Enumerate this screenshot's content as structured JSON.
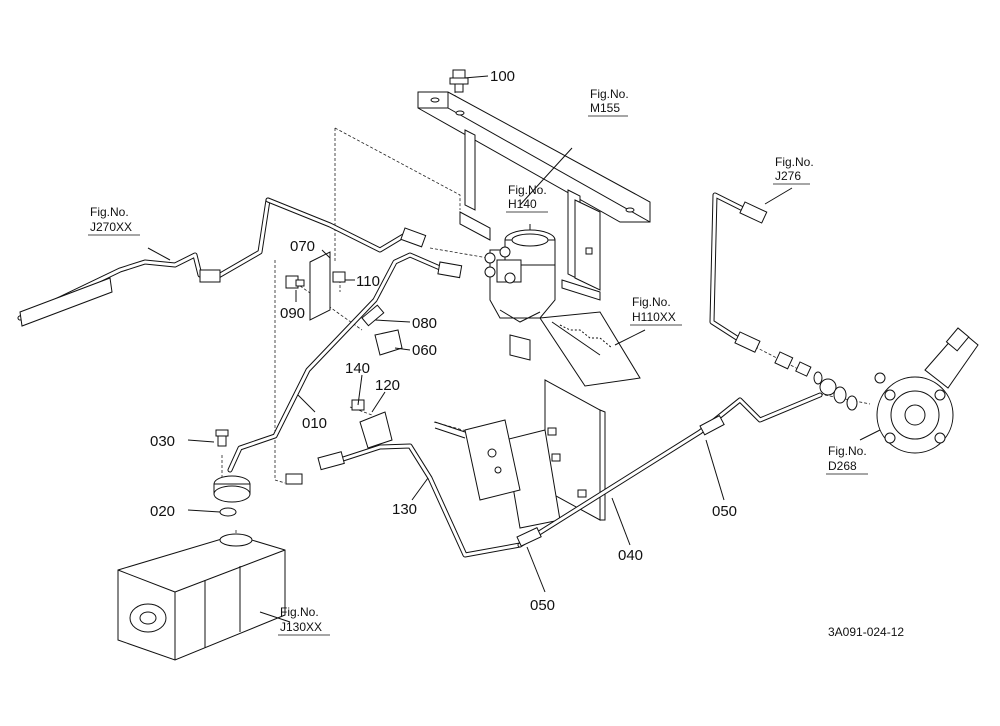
{
  "part_labels": [
    "100",
    "070",
    "110",
    "090",
    "080",
    "060",
    "140",
    "120",
    "010",
    "030",
    "020",
    "130",
    "050",
    "040",
    "050"
  ],
  "figure_refs": [
    {
      "top": "Fig.No.",
      "bottom": "M155"
    },
    {
      "top": "Fig.No.",
      "bottom": "J276"
    },
    {
      "top": "Fig.No.",
      "bottom": "H140"
    },
    {
      "top": "Fig.No.",
      "bottom": "J270XX"
    },
    {
      "top": "Fig.No.",
      "bottom": "H110XX"
    },
    {
      "top": "Fig.No.",
      "bottom": "D268"
    },
    {
      "top": "Fig.No.",
      "bottom": "J130XX"
    }
  ],
  "drawing_code": "3A091-024-12"
}
